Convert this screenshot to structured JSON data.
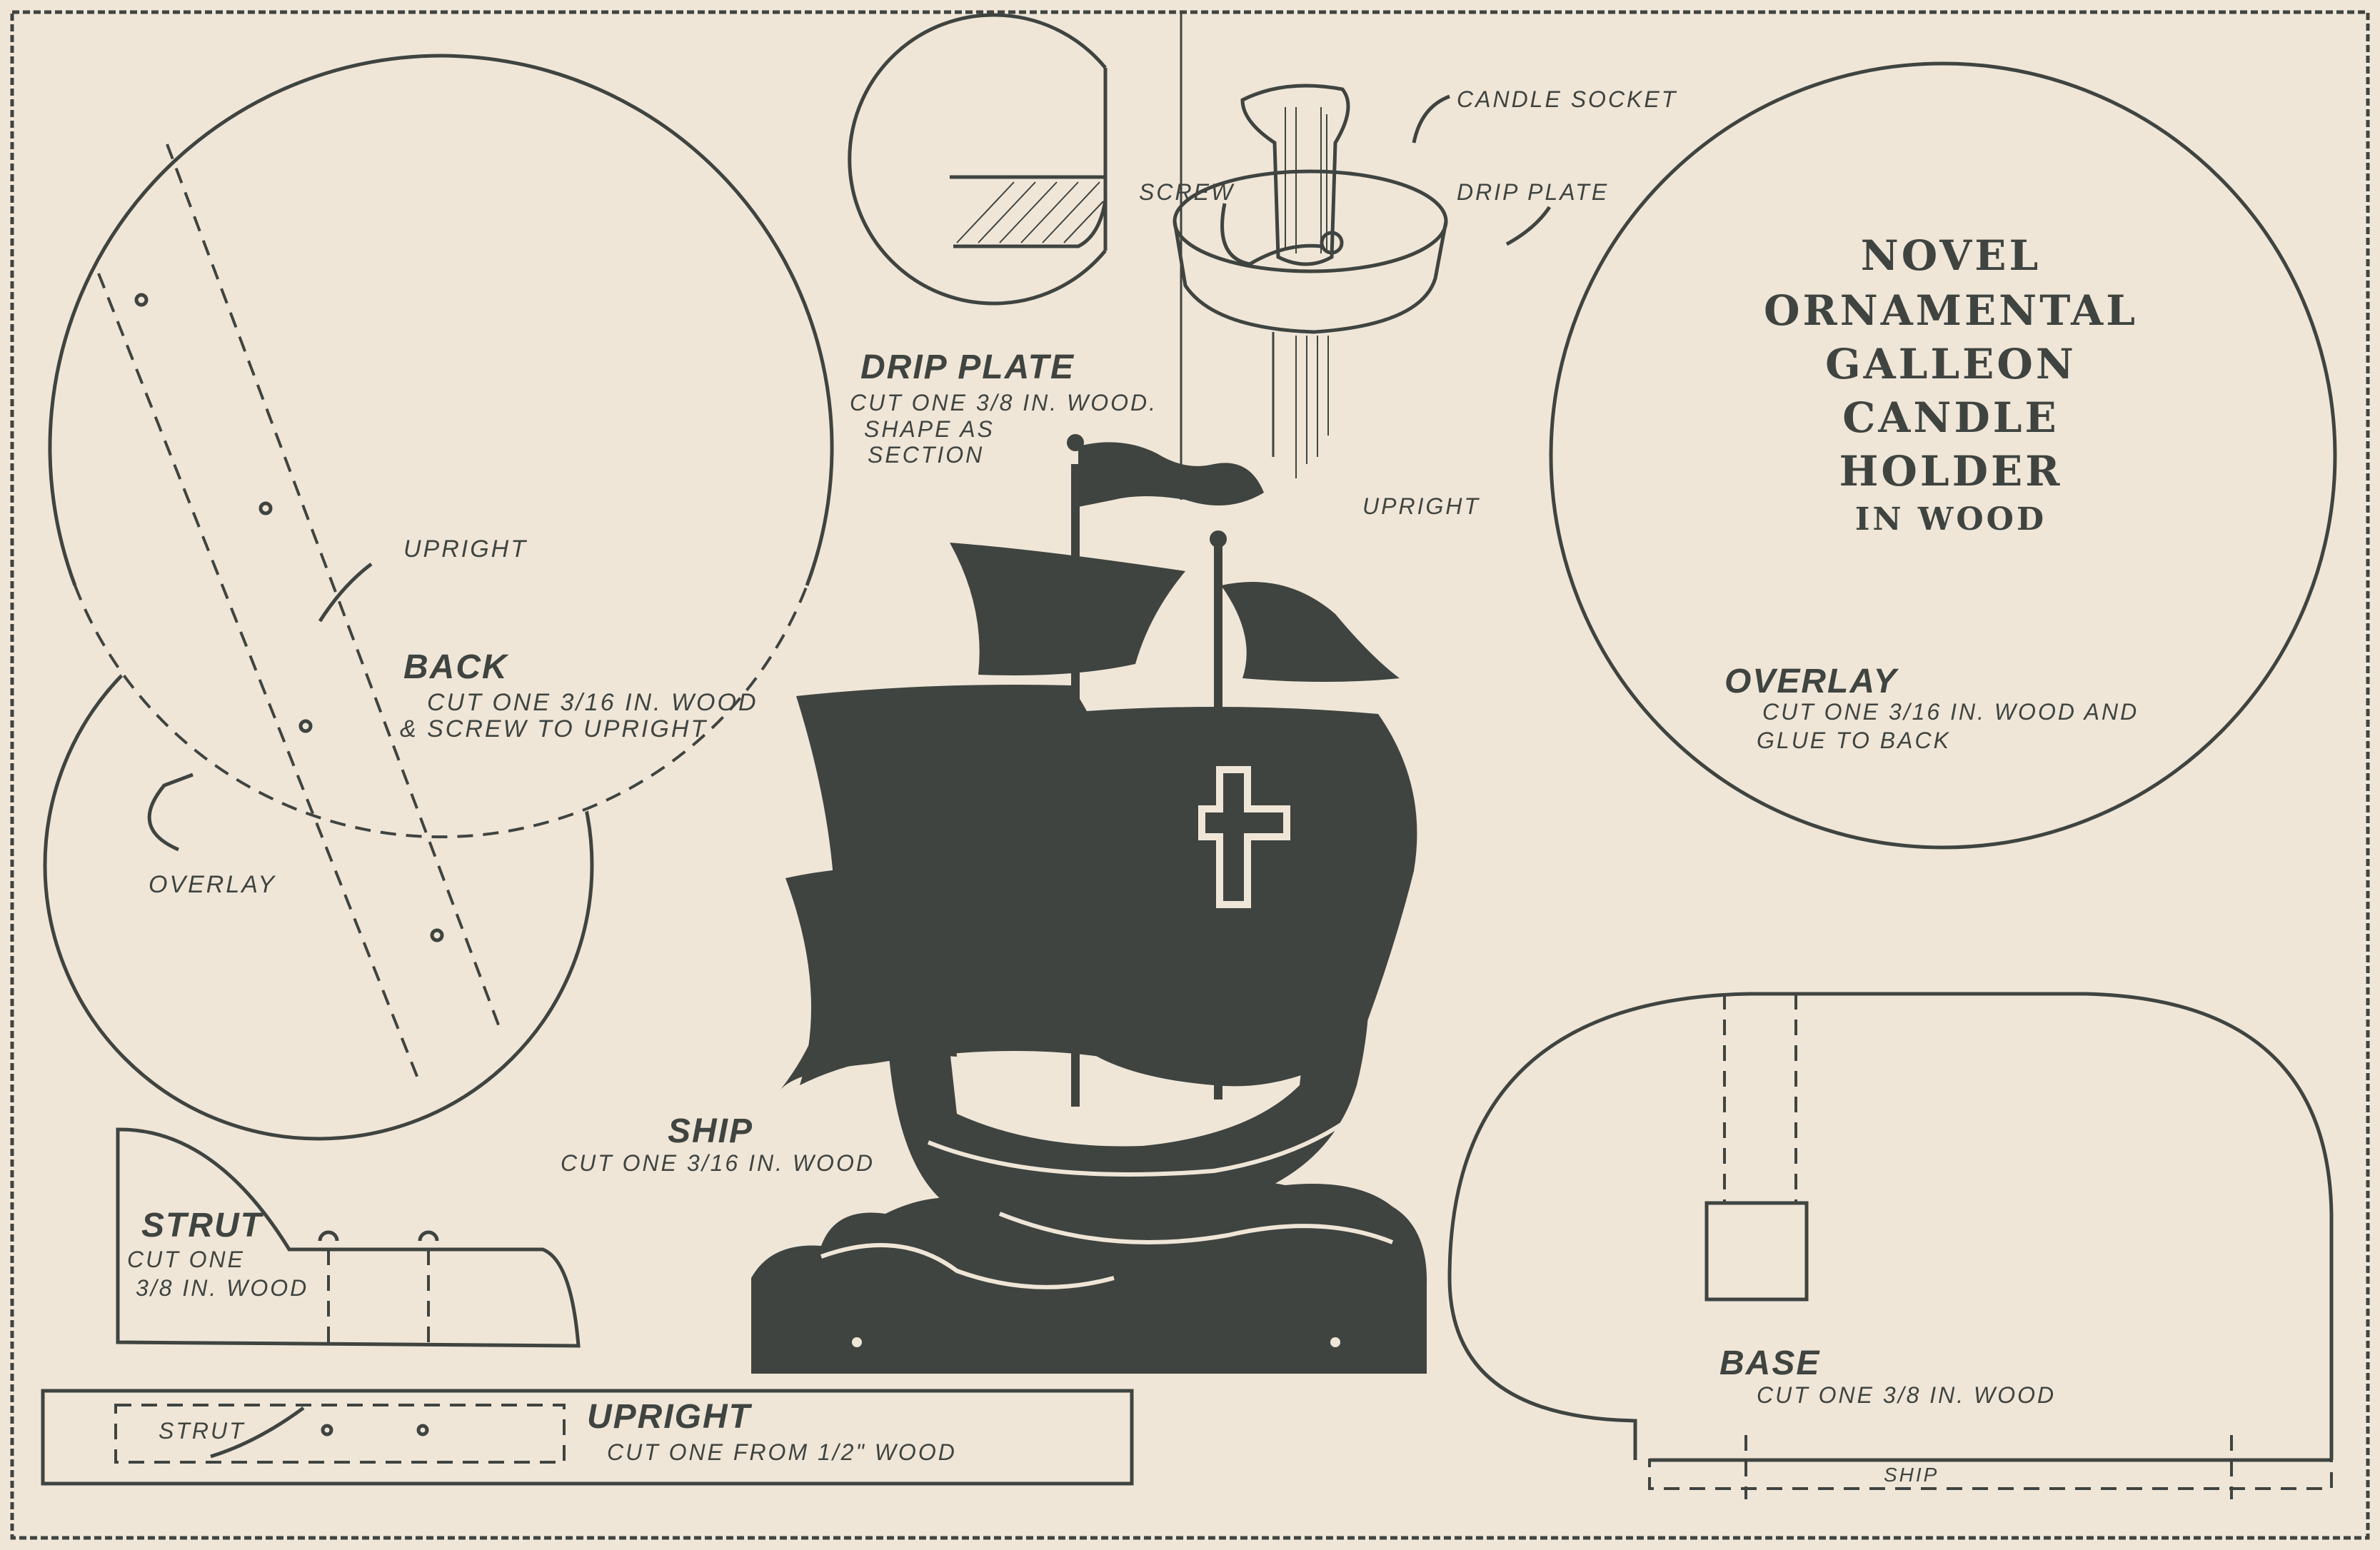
{
  "title": {
    "lines": [
      "NOVEL",
      "ORNAMENTAL",
      "GALLEON",
      "CANDLE",
      "HOLDER",
      "IN WOOD"
    ]
  },
  "back": {
    "heading": "BACK",
    "line1": "CUT ONE 3/16 IN. WOOD",
    "line2": "& SCREW TO UPRIGHT",
    "upright_label": "UPRIGHT",
    "overlay_label": "OVERLAY"
  },
  "drip_plate": {
    "heading": "DRIP PLATE",
    "line1": "CUT ONE 3/8 IN. WOOD.",
    "line2": "SHAPE AS",
    "line3": "SECTION"
  },
  "assembly": {
    "candle_socket": "CANDLE SOCKET",
    "screw": "SCREW",
    "drip_plate": "DRIP PLATE",
    "upright": "UPRIGHT"
  },
  "overlay": {
    "heading": "OVERLAY",
    "line1": "CUT ONE 3/16 IN. WOOD AND",
    "line2": "GLUE TO BACK"
  },
  "ship": {
    "heading": "SHIP",
    "line1": "CUT ONE 3/16 IN. WOOD"
  },
  "strut": {
    "heading": "STRUT",
    "line1": "CUT ONE",
    "line2": "3/8 IN. WOOD"
  },
  "upright": {
    "heading": "UPRIGHT",
    "line1": "CUT ONE FROM 1/2\" WOOD",
    "strut_label": "STRUT"
  },
  "base": {
    "heading": "BASE",
    "line1": "CUT ONE 3/8 IN. WOOD",
    "ship_label": "SHIP"
  },
  "colors": {
    "paper": "#efe6d8",
    "ink": "#3f4440"
  }
}
